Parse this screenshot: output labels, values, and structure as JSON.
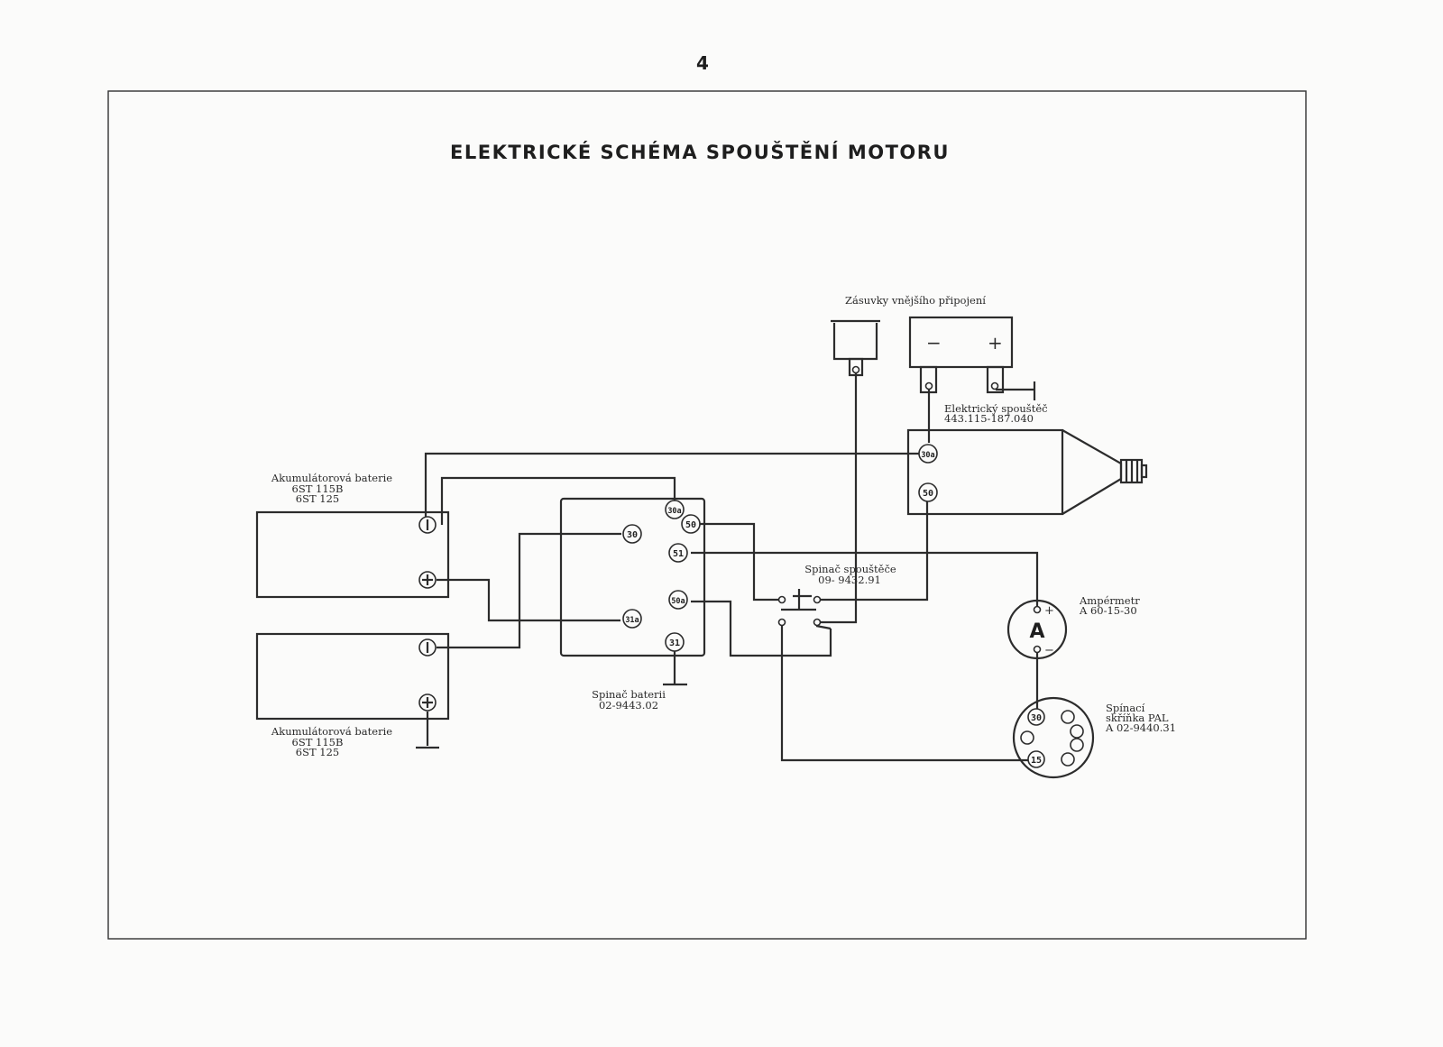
{
  "page_number": "4",
  "title": "ELEKTRICKÉ SCHÉMA SPOUŠTĚNÍ MOTORU",
  "labels": {
    "socket": "Zásuvky vnějšího připojení",
    "socket_minus": "−",
    "socket_plus": "+",
    "starter_name": "Elektrický spouštěč",
    "starter_code": "443.115-187.040",
    "battery_top_name": "Akumulátorová baterie",
    "battery_top_type1": "6ST 115B",
    "battery_top_type2": "6ST 125",
    "battery_bottom_name": "Akumulátorová baterie",
    "battery_bottom_type1": "6ST 115B",
    "battery_bottom_type2": "6ST 125",
    "starter_switch_name": "Spinač spouštěče",
    "starter_switch_code": "09- 9432.91",
    "ammeter_name": "Ampérmetr",
    "ammeter_code": "A 60-15-30",
    "ammeter_symbol": "A",
    "ammeter_plus": "+",
    "ammeter_minus": "−",
    "battery_switch_name": "Spinač baterii",
    "battery_switch_code": "02-9443.02",
    "pal_name1": "Spínací",
    "pal_name2": "skříňka PAL",
    "pal_code": "A 02-9440.31"
  },
  "terminals": {
    "starter_30a": "30a",
    "starter_50": "50",
    "sw_30a": "30a",
    "sw_50": "50",
    "sw_51": "51",
    "sw_30": "30",
    "sw_50a": "50a",
    "sw_31a": "31a",
    "sw_31": "31",
    "pal_30": "30",
    "pal_15": "15"
  }
}
